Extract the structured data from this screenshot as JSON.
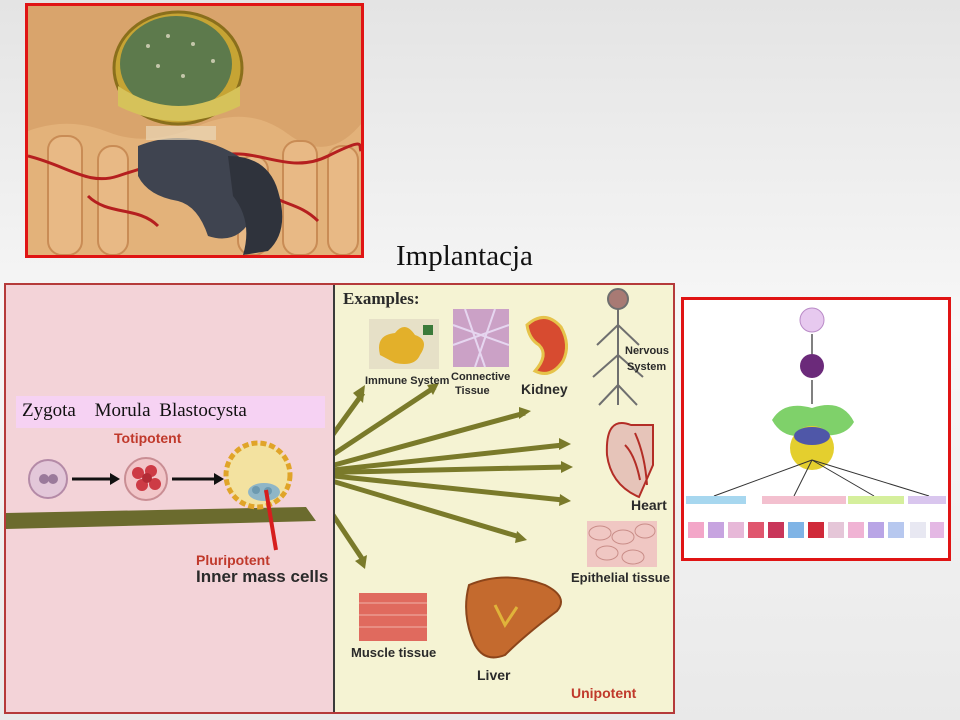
{
  "slide": {
    "title": "Implantacja"
  },
  "stages": {
    "zygota": "Zygota",
    "morula": "Morula",
    "blastocysta": "Blastocysta"
  },
  "figure": {
    "totipotent": "Totipotent",
    "pluripotent": "Pluripotent",
    "inner_mass": "Inner mass cells",
    "examples": "Examples:",
    "unipotent": "Unipotent",
    "tissues": {
      "immune": "Immune System",
      "connective_1": "Connective",
      "connective_2": "Tissue",
      "kidney": "Kidney",
      "nervous_1": "Nervous",
      "nervous_2": "System",
      "heart": "Heart",
      "epithelial": "Epithelial tissue",
      "muscle": "Muscle tissue",
      "liver": "Liver"
    }
  },
  "colors": {
    "frame_red": "#e01414",
    "arrow_olive": "#7a7a2a",
    "label_red": "#c0392b"
  }
}
